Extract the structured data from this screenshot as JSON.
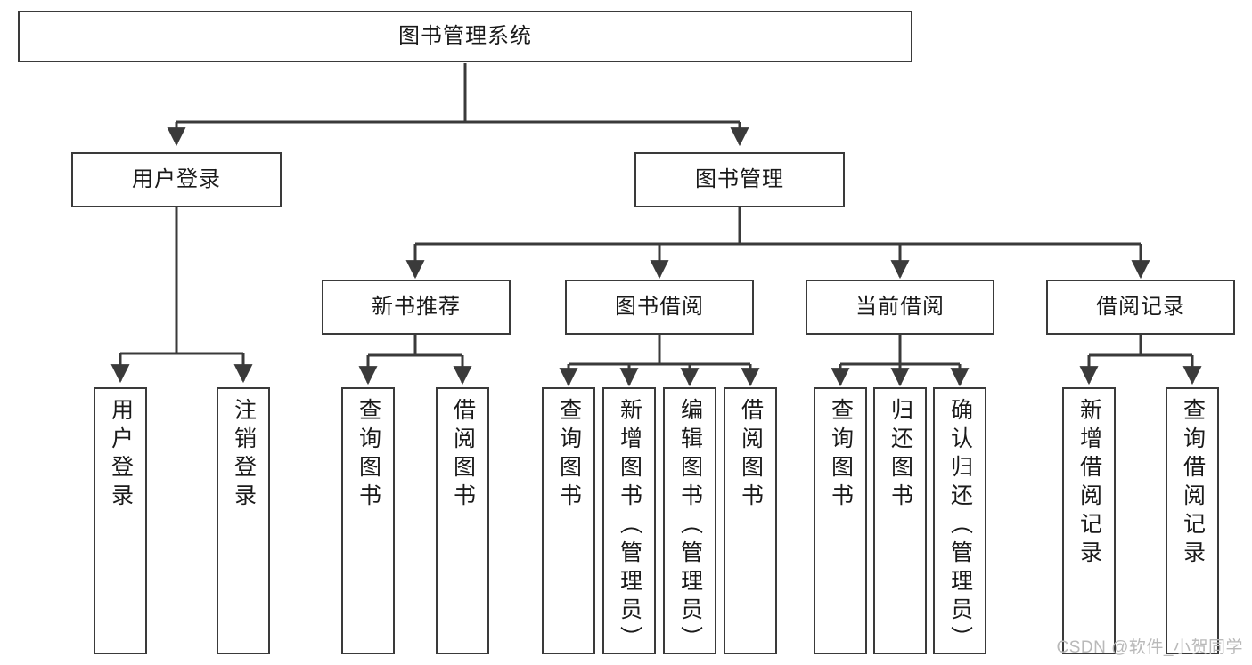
{
  "diagram": {
    "title": "图书管理系统",
    "type": "tree",
    "root": {
      "id": "root",
      "label": "图书管理系统"
    },
    "branches": [
      {
        "id": "user-login",
        "label": "用户登录"
      },
      {
        "id": "book-management",
        "label": "图书管理"
      }
    ],
    "sub_branches": [
      {
        "id": "new-book-recommend",
        "label": "新书推荐",
        "parent": "book-management"
      },
      {
        "id": "book-borrow",
        "label": "图书借阅",
        "parent": "book-management"
      },
      {
        "id": "current-borrow",
        "label": "当前借阅",
        "parent": "book-management"
      },
      {
        "id": "borrow-record",
        "label": "借阅记录",
        "parent": "book-management"
      }
    ],
    "leaves": [
      {
        "id": "leaf-user-login",
        "label": "用户登录",
        "parent": "user-login"
      },
      {
        "id": "leaf-user-logout",
        "label": "注销登录",
        "parent": "user-login"
      },
      {
        "id": "leaf-query-book-1",
        "label": "查询图书",
        "parent": "new-book-recommend"
      },
      {
        "id": "leaf-borrow-book-1",
        "label": "借阅图书",
        "parent": "new-book-recommend"
      },
      {
        "id": "leaf-query-book-2",
        "label": "查询图书",
        "parent": "book-borrow"
      },
      {
        "id": "leaf-add-book",
        "label": "新增图书（管理员）",
        "parent": "book-borrow"
      },
      {
        "id": "leaf-edit-book",
        "label": "编辑图书（管理员）",
        "parent": "book-borrow"
      },
      {
        "id": "leaf-borrow-book-2",
        "label": "借阅图书",
        "parent": "book-borrow"
      },
      {
        "id": "leaf-query-book-3",
        "label": "查询图书",
        "parent": "current-borrow"
      },
      {
        "id": "leaf-return-book",
        "label": "归还图书",
        "parent": "current-borrow"
      },
      {
        "id": "leaf-confirm-return",
        "label": "确认归还（管理员）",
        "parent": "current-borrow"
      },
      {
        "id": "leaf-add-record",
        "label": "新增借阅记录",
        "parent": "borrow-record"
      },
      {
        "id": "leaf-query-record",
        "label": "查询借阅记录",
        "parent": "borrow-record"
      }
    ],
    "colors": {
      "border": "#3a3a3a",
      "background": "#ffffff",
      "text": "#1a1a1a",
      "watermark": "#b9b9b9"
    }
  },
  "watermark": {
    "text": "CSDN @软件_小贺同学"
  }
}
